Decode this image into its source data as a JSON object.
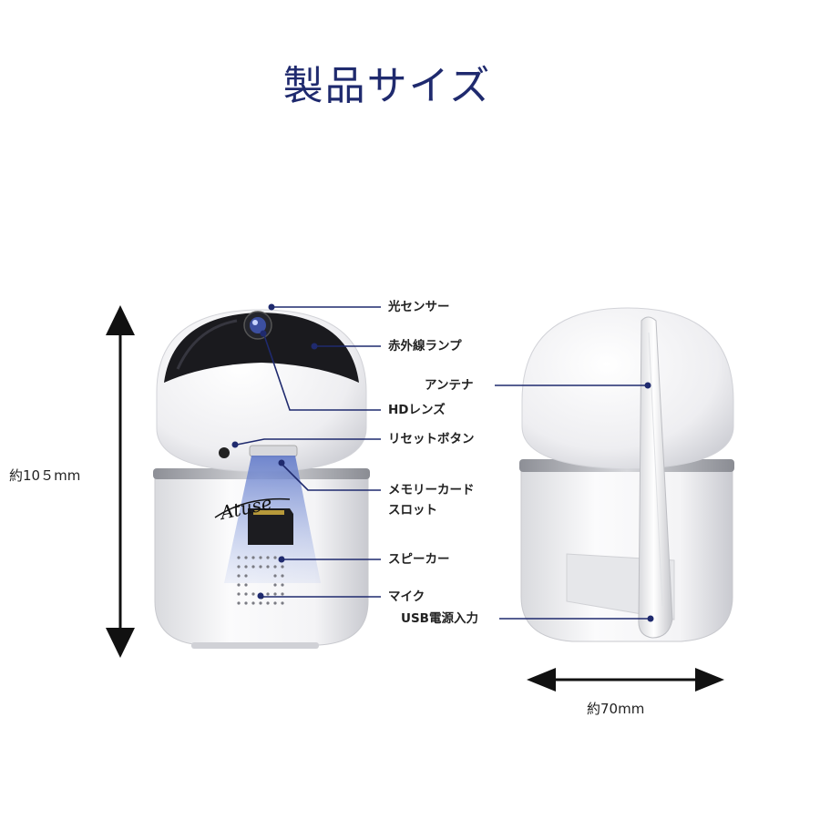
{
  "title": "製品サイズ",
  "labels": {
    "light_sensor": "光センサー",
    "ir_lamp": "赤外線ランプ",
    "antenna": "アンテナ",
    "hd_lens": "HDレンズ",
    "reset_button": "リセットボタン",
    "memory_card_slot_1": "メモリーカード",
    "memory_card_slot_2": "スロット",
    "speaker": "スピーカー",
    "mic": "マイク",
    "usb_power": "USB電源入力"
  },
  "dimensions": {
    "height": "約10５mm",
    "width": "約70mm"
  },
  "logo_text": "Atuse",
  "colors": {
    "title": "#1f2a6e",
    "leader_line": "#1f2a6e",
    "arrow": "#111111",
    "shell": "#f2f2f4",
    "visor": "#1a1a1e"
  }
}
